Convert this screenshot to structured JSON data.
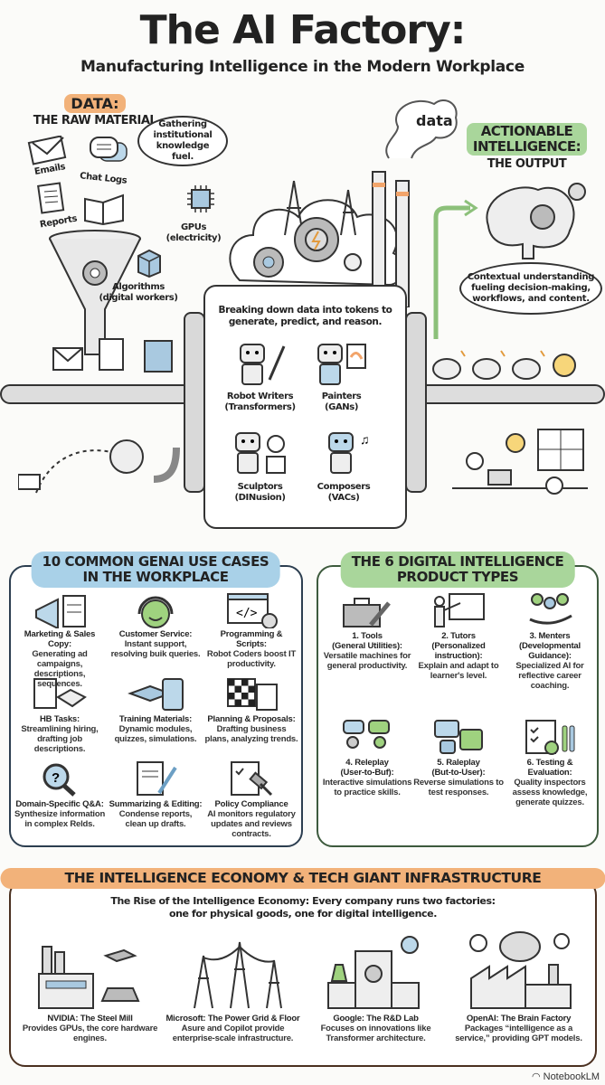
{
  "header": {
    "title": "The AI Factory:",
    "subtitle": "Manufacturing Intelligence in the Modern Workplace"
  },
  "colors": {
    "orange": "#f2b27a",
    "green": "#a9d69b",
    "blue": "#a9d1e8",
    "ink": "#222222"
  },
  "factory": {
    "data_heading": "DATA:",
    "data_sub": "THE RAW MATERIAL",
    "bubble_gathering": "Gathering institutional knowledge fuel.",
    "inputs": [
      "Emails",
      "Chat Logs",
      "Reports"
    ],
    "gpus": "GPUs",
    "gpus_sub": "(electricity)",
    "algorithms": "Algorithms",
    "algorithms_sub": "(digital workers)",
    "smoke_label": "data",
    "process_text": "Breaking down data into tokens to generate, predict, and reason.",
    "robots": [
      {
        "name": "Robot Writers",
        "sub": "(Transformers)"
      },
      {
        "name": "Painters",
        "sub": "(GANs)"
      },
      {
        "name": "Sculptors",
        "sub": "(DINusion)"
      },
      {
        "name": "Composers",
        "sub": "(VACs)"
      }
    ],
    "output_heading_1": "ACTIONABLE",
    "output_heading_2": "INTELLIGENCE:",
    "output_sub": "THE OUTPUT",
    "output_bubble": "Contextual understanding fueling decision-making, workflows, and content."
  },
  "use_cases": {
    "title_1": "10 COMMON GENAI USE CASES",
    "title_2": "IN THE WORKPLACE",
    "items": [
      {
        "title": "Marketing & Sales Copy:",
        "desc": "Generating ad campaigns, descriptions, sequences.",
        "icon": "megaphone-icon"
      },
      {
        "title": "Customer Service:",
        "desc": "Instant support, resolving buik queries.",
        "icon": "headset-icon"
      },
      {
        "title": "Programming & Scripts:",
        "desc": "Robot Coders boost IT productivity.",
        "icon": "code-icon"
      },
      {
        "title": "HB Tasks:",
        "desc": "Streamlining hiring, drafting job descriptions.",
        "icon": "handshake-icon"
      },
      {
        "title": "Training Materials:",
        "desc": "Dynamic modules, quizzes, simulations.",
        "icon": "graduation-cap-icon"
      },
      {
        "title": "Planning & Proposals:",
        "desc": "Drafting business plans, analyzing trends.",
        "icon": "checkerboard-icon"
      },
      {
        "title": "Domain-Specific Q&A:",
        "desc": "Synthesize information in complex Relds.",
        "icon": "magnifier-icon"
      },
      {
        "title": "Summarizing & Editing:",
        "desc": "Condense reports, clean up drafts.",
        "icon": "document-pen-icon"
      },
      {
        "title": "Policy Compliance",
        "desc": "AI monitors regulatory updates and reviews contracts.",
        "icon": "gavel-icon"
      }
    ]
  },
  "product_types": {
    "title_1": "THE 6 DIGITAL INTELLIGENCE",
    "title_2": "PRODUCT TYPES",
    "items": [
      {
        "title": "1. Tools",
        "sub": "(General Utilities):",
        "desc": "Versatile machines for general productivity.",
        "icon": "toolbox-icon"
      },
      {
        "title": "2. Tutors",
        "sub": "(Personalized instruction):",
        "desc": "Explain and adapt to learner's level.",
        "icon": "teacher-icon"
      },
      {
        "title": "3. Menters",
        "sub": "(Developmental Guidance):",
        "desc": "Specialized AI for reflective career coaching.",
        "icon": "mentor-icon"
      },
      {
        "title": "4. Releplay",
        "sub": "(User-to-Buf):",
        "desc": "Interactive simulations to practice skills.",
        "icon": "conversation-icon"
      },
      {
        "title": "5. Raleplay",
        "sub": "(But-to-User):",
        "desc": "Reverse simulations to test responses.",
        "icon": "robot-chat-icon"
      },
      {
        "title": "6. Testing & Evaluation:",
        "sub": "",
        "desc": "Quality inspectors assess knowledge, generate quizzes.",
        "icon": "clipboard-icon"
      }
    ]
  },
  "economy": {
    "title": "THE INTELLIGENCE ECONOMY & TECH GIANT INFRASTRUCTURE",
    "intro_1": "The Rise of the Intelligence Economy: Every company runs two factories:",
    "intro_2": "one for physical goods, one for digital intelligence.",
    "items": [
      {
        "title": "NVIDIA: The Steel Mill",
        "desc": "Provides GPUs, the core hardware engines.",
        "icon": "steel-mill-icon"
      },
      {
        "title": "Microsoft: The Power Grid & Floor",
        "desc": "Asure and Copilot provide enterprise-scale infrastructure.",
        "icon": "power-grid-icon"
      },
      {
        "title": "Google: The R&D Lab",
        "desc": "Focuses on innovations like Transformer architecture.",
        "icon": "lab-icon"
      },
      {
        "title": "OpenAI: The Brain Factory",
        "desc": "Packages “intelligence as a service,” providing GPT models.",
        "icon": "brain-factory-icon"
      }
    ]
  },
  "watermark": "NotebookLM"
}
